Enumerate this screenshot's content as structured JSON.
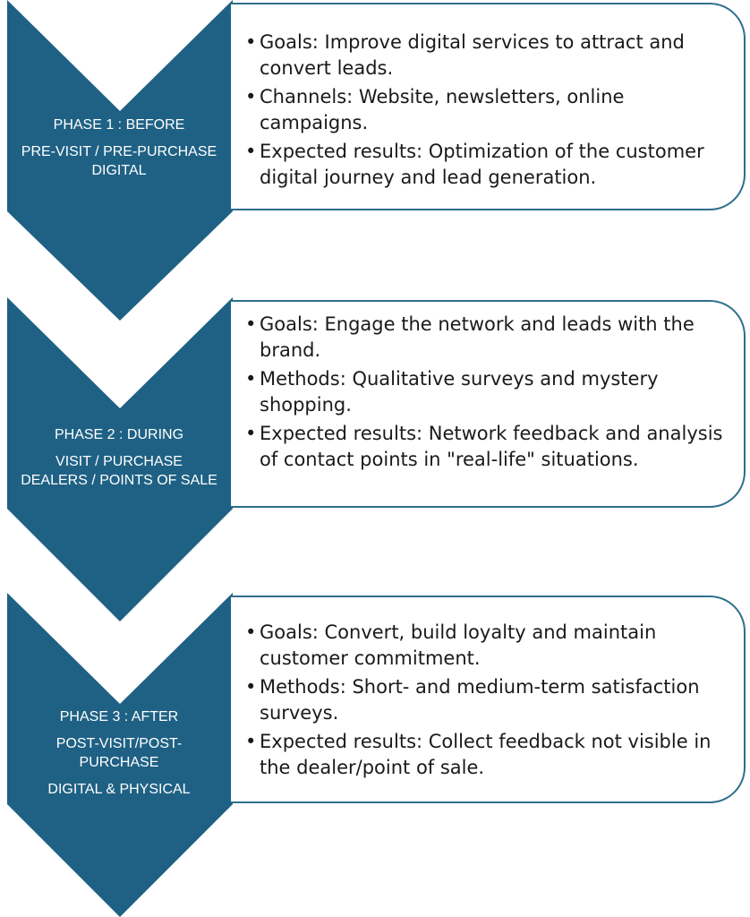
{
  "colors": {
    "chevron": "#1f6184",
    "border": "#2e6f8c"
  },
  "phases": [
    {
      "label_lines": [
        "PHASE 1 : BEFORE",
        "PRE-VISIT / PRE-PURCHASE",
        "DIGITAL"
      ],
      "items": [
        "Goals: Improve digital services to attract and convert leads.",
        "Channels: Website, newsletters, online campaigns.",
        "Expected results: Optimization of the customer digital journey and lead generation."
      ]
    },
    {
      "label_lines": [
        "PHASE 2 : DURING",
        "VISIT / PURCHASE",
        "DEALERS / POINTS OF SALE"
      ],
      "items": [
        "Goals: Engage the network and leads with the brand.",
        "Methods: Qualitative surveys and mystery shopping.",
        "Expected results: Network feedback and analysis of contact points in \"real-life\" situations."
      ]
    },
    {
      "label_lines": [
        "PHASE 3 : AFTER",
        "POST-VISIT/POST-",
        "PURCHASE",
        "DIGITAL & PHYSICAL"
      ],
      "items": [
        "Goals: Convert, build loyalty and maintain customer commitment.",
        "Methods: Short- and medium-term satisfaction surveys.",
        "Expected results: Collect feedback not visible in the dealer/point of sale."
      ]
    }
  ]
}
